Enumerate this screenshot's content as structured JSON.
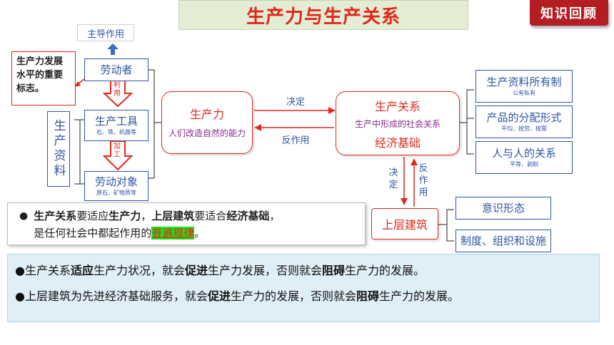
{
  "title": "生产力与生产关系",
  "badge": "知识回顾",
  "top_label": "主导作用",
  "note": "生产力发展水平的重要标志。",
  "means_label": "生产资料",
  "laborer": "劳动者",
  "use_label": "利用",
  "tools": {
    "main": "生产工具",
    "sub": "石、铁、机器等"
  },
  "process_label": "加工",
  "objects": {
    "main": "劳动对象",
    "sub": "原石、矿物质等"
  },
  "productivity": {
    "title": "生产力",
    "desc": "人们改造自然的能力"
  },
  "decides": "决定",
  "reaction": "反作用",
  "relations": {
    "title": "生产关系",
    "desc": "生产中形成的社会关系",
    "base": "经济基础"
  },
  "right_items": [
    {
      "main": "生产资料所有制",
      "sub": "公有私有"
    },
    {
      "main": "产品的分配形式",
      "sub": "平均、按劳、按需"
    },
    {
      "main": "人与人的关系",
      "sub": "平等、剥削"
    }
  ],
  "decides_v": "决定",
  "reaction_v": "反作用",
  "superstructure": "上层建筑",
  "super_items": [
    "意识形态",
    "制度、组织和设施"
  ],
  "point": {
    "p1": "生产关系",
    "p2": "要适应",
    "p3": "生产力",
    "p4": "，",
    "p5": "上层建筑",
    "p6": "要适合",
    "p7": "经济基础",
    "p8": "，",
    "p9": "是任何社会中都起作用的",
    "p10": "普遍规律",
    "p11": "。"
  },
  "bottom": {
    "l1a": "●生产关系",
    "l1b": "适应",
    "l1c": "生产力状况，就会",
    "l1d": "促进",
    "l1e": "生产力发展，否则就会",
    "l1f": "阻碍",
    "l1g": "生产力的发展。",
    "l2a": "●上层建筑为先进经济基础服务，就会",
    "l2b": "促进",
    "l2c": "生产力的发展，否则就会",
    "l2d": "阻碍",
    "l2e": "生产力的发展。"
  },
  "colors": {
    "red": "#e0281c",
    "blue": "#2f55a4",
    "purple": "#8a2a8a",
    "highlight": "#19e619"
  }
}
